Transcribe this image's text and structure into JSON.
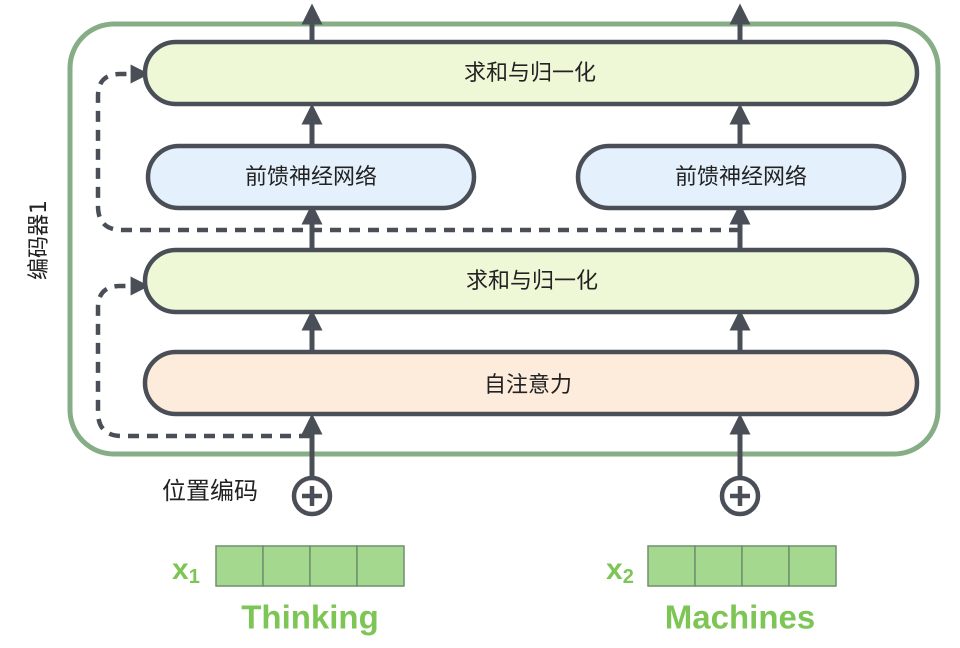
{
  "encoder": {
    "label": "编码器1",
    "frame_color": "#7fa87f"
  },
  "layers": {
    "top_norm": "求和与归一化",
    "ffn_left": "前馈神经网络",
    "ffn_right": "前馈神经网络",
    "mid_norm": "求和与归一化",
    "self_attention": "自注意力"
  },
  "positional_encoding": {
    "label": "位置编码",
    "icon": "plus-circle-icon"
  },
  "inputs": [
    {
      "var": "x",
      "sub": "1",
      "word": "Thinking",
      "cells": 4
    },
    {
      "var": "x",
      "sub": "2",
      "word": "Machines",
      "cells": 4
    }
  ],
  "colors": {
    "norm_fill": "#eef8d6",
    "ffn_fill": "#e4f0fb",
    "attention_fill": "#fdebdc",
    "box_stroke": "#4a4f57",
    "accent_green": "#7dc655",
    "cell_fill": "#a4d88f",
    "cell_stroke": "#6f8f6f"
  }
}
